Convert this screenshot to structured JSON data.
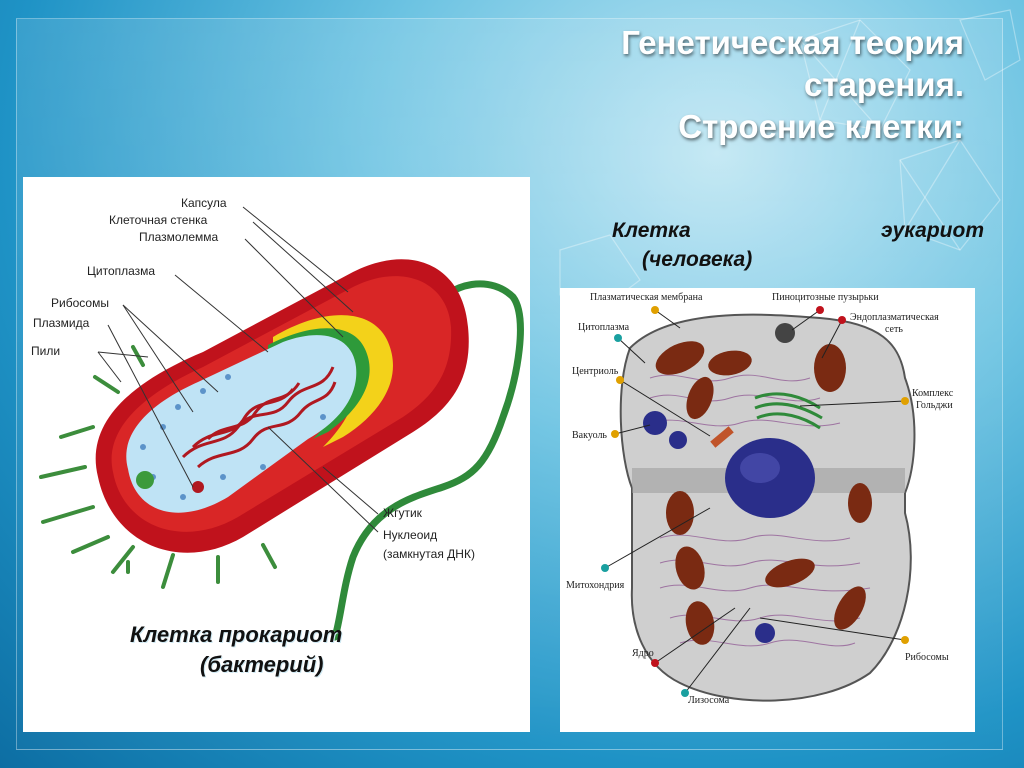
{
  "title": {
    "line1": "Генетическая теория",
    "line2": "старения.",
    "line3": "Строение клетки:"
  },
  "prokaryote": {
    "caption_line1": "Клетка прокариот",
    "caption_line2": "(бактерий)",
    "labels": {
      "capsule": "Капсула",
      "cell_wall": "Клеточная стенка",
      "plasmalemma": "Плазмолемма",
      "cytoplasm": "Цитоплазма",
      "ribosomes": "Рибосомы",
      "plasmid": "Плазмида",
      "pili": "Пили",
      "flagellum": "Жгутик",
      "nucleoid_line1": "Нуклеоид",
      "nucleoid_line2": "(замкнутая ДНК)"
    }
  },
  "eukaryote": {
    "caption_word1": "Клетка",
    "caption_word2": "эукариот",
    "caption_line2": "(человека)",
    "labels": {
      "plasma_membrane": "Плазматическая мембрана",
      "pinocytic_vesicles": "Пиноцитозные пузырьки",
      "er_line1": "Эндоплазматическая",
      "er_line2": "сеть",
      "cytoplasm": "Цитоплазма",
      "centriole": "Центриоль",
      "golgi_line1": "Комплекс",
      "golgi_line2": "Гольджи",
      "vacuole": "Вакуоль",
      "mitochondrion": "Митохондрия",
      "nucleus": "Ядро",
      "ribosomes": "Рибосомы",
      "lysosome": "Лизосома"
    }
  },
  "colors": {
    "capsule": "#c0121c",
    "cell_wall_green": "#2e9a3a",
    "cell_wall_yellow": "#f3d21a",
    "cytoplasm_blue": "#bfe3f5",
    "dna_red": "#b01820",
    "flagellum_green": "#2f8a3a",
    "euk_cytoplasm": "#cfcfcf",
    "mitochondria": "#7a2a12",
    "nucleus": "#2a2e8a"
  }
}
